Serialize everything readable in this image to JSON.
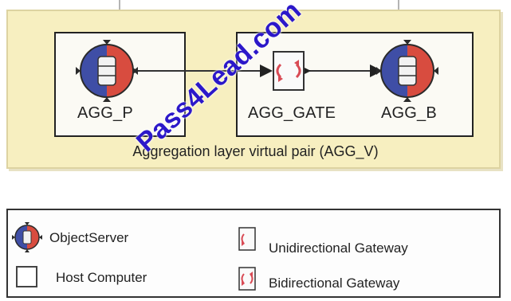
{
  "diagram": {
    "nodes": {
      "agg_p": "AGG_P",
      "agg_gate": "AGG_GATE",
      "agg_b": "AGG_B"
    },
    "pair_caption": "Aggregation layer virtual pair (AGG_V)"
  },
  "legend": {
    "object_server": "ObjectServer",
    "host_computer": "Host Computer",
    "unidirectional_gateway": "Unidirectional Gateway",
    "bidirectional_gateway": "Bidirectional Gateway"
  },
  "watermark": "Pass4Lead.com",
  "colors": {
    "panel_fill": "#f7efc0",
    "objectserver_red": "#d84c3f",
    "objectserver_blue": "#3f4ea6",
    "gateway_red": "#d94b55",
    "watermark": "#2c18c9"
  },
  "icons": {
    "object_server": "objectserver-icon",
    "unidirectional_gateway": "unidirectional-gateway-icon",
    "bidirectional_gateway": "bidirectional-gateway-icon"
  }
}
